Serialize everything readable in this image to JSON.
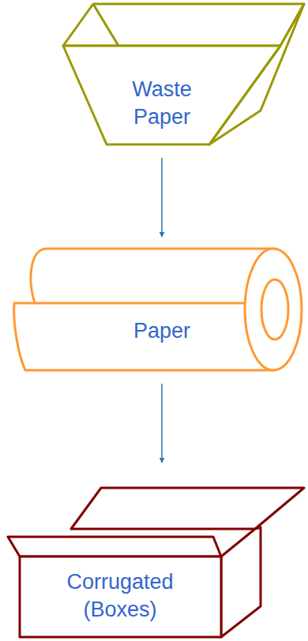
{
  "diagram": {
    "nodes": [
      {
        "text": [
          "Waste Paper"
        ]
      },
      {
        "text": [
          "Paper"
        ]
      },
      {
        "text": [
          "Corrugated (Boxes)"
        ]
      }
    ],
    "edges": [
      {
        "from": 0,
        "to": 1,
        "arrow": "to"
      },
      {
        "from": 1,
        "to": 2,
        "arrow": "to"
      }
    ]
  }
}
